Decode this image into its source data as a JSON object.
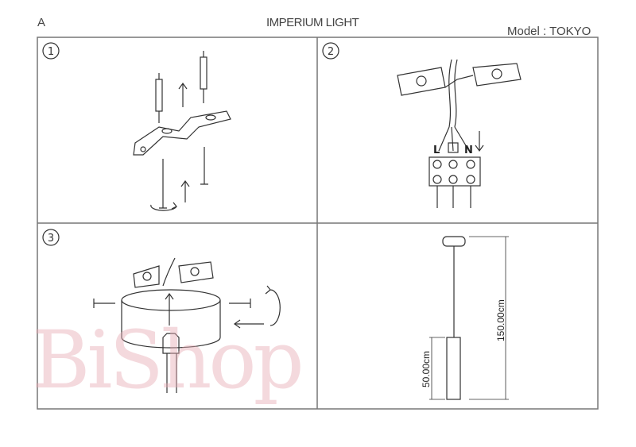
{
  "header": {
    "page_letter": "A",
    "brand": "IMPERIUM LIGHT",
    "model": "Model : TOKYO"
  },
  "steps": [
    {
      "number": "1"
    },
    {
      "number": "2"
    },
    {
      "number": "3"
    }
  ],
  "wiring": {
    "live": "L",
    "neutral": "N"
  },
  "dimensions": {
    "total_height": "150.00cm",
    "shade_height": "50.00cm"
  },
  "watermark": "BiShop"
}
